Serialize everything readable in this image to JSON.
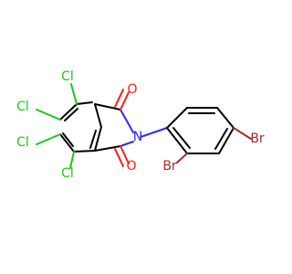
{
  "molecule": {
    "atoms": [
      {
        "id": "cl1",
        "label": "Cl",
        "color": "#1ec51e"
      },
      {
        "id": "cl2",
        "label": "Cl",
        "color": "#1ec51e"
      },
      {
        "id": "cl3",
        "label": "Cl",
        "color": "#1ec51e"
      },
      {
        "id": "cl4",
        "label": "Cl",
        "color": "#1ec51e"
      },
      {
        "id": "o1",
        "label": "O",
        "color": "#ff1a1a"
      },
      {
        "id": "o2",
        "label": "O",
        "color": "#ff1a1a"
      },
      {
        "id": "n1",
        "label": "N",
        "color": "#2b2bff"
      },
      {
        "id": "br1",
        "label": "Br",
        "color": "#a52a2a"
      },
      {
        "id": "br2",
        "label": "Br",
        "color": "#a52a2a"
      }
    ]
  },
  "colors": {
    "bond": "#000000",
    "chlorine": "#1ec51e",
    "oxygen": "#ff1a1a",
    "nitrogen": "#2b2bff",
    "bromine": "#a52a2a",
    "background": "#ffffff"
  }
}
